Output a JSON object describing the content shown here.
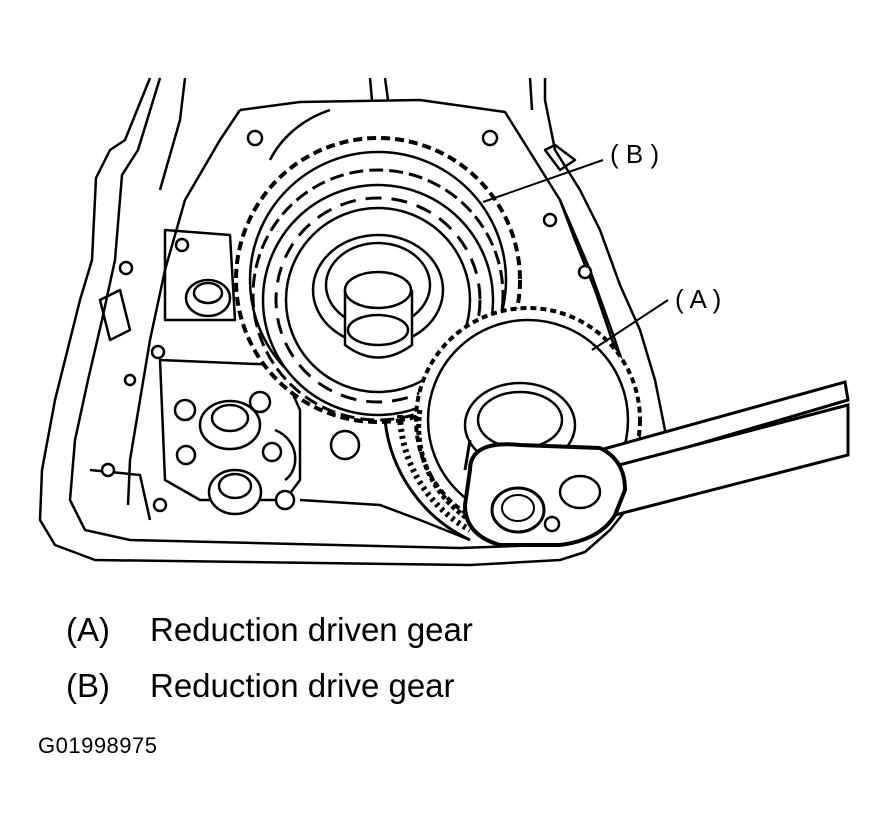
{
  "callouts": {
    "b": "( B )",
    "a": "( A )"
  },
  "legend": [
    {
      "key": "(A)",
      "label": "Reduction driven gear"
    },
    {
      "key": "(B)",
      "label": "Reduction drive gear"
    }
  ],
  "figure_id": "G01998975"
}
